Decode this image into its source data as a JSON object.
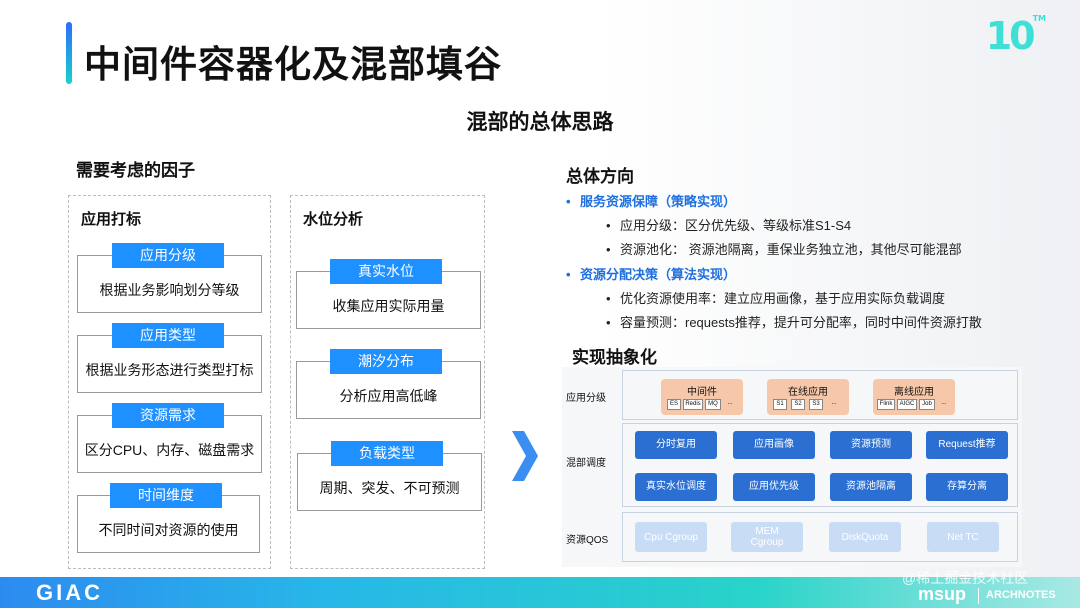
{
  "header": {
    "title": "中间件容器化及混部填谷",
    "logo": "10",
    "logo_tm": "TM"
  },
  "subtitle": "混部的总体思路",
  "factors": {
    "heading": "需要考虑的因子",
    "app_tag_panel": {
      "title": "应用打标",
      "items": [
        {
          "tag": "应用分级",
          "text": "根据业务影响划分等级"
        },
        {
          "tag": "应用类型",
          "text": "根据业务形态进行类型打标"
        },
        {
          "tag": "资源需求",
          "text": "区分CPU、内存、磁盘需求"
        },
        {
          "tag": "时间维度",
          "text": "不同时间对资源的使用"
        }
      ]
    },
    "water_panel": {
      "title": "水位分析",
      "items": [
        {
          "tag": "真实水位",
          "text": "收集应用实际用量"
        },
        {
          "tag": "潮汐分布",
          "text": "分析应用高低峰"
        },
        {
          "tag": "负载类型",
          "text": "周期、突发、不可预测"
        }
      ]
    }
  },
  "direction": {
    "heading": "总体方向",
    "groups": [
      {
        "title": "服务资源保障（策略实现）",
        "items": [
          "应用分级：区分优先级、等级标准S1-S4",
          "资源池化： 资源池隔离，重保业务独立池，其他尽可能混部"
        ]
      },
      {
        "title": "资源分配决策（算法实现）",
        "items": [
          "优化资源使用率：建立应用画像，基于应用实际负载调度",
          "容量预测：requests推荐，提升可分配率，同时中间件资源打散"
        ]
      }
    ]
  },
  "abstraction": {
    "heading": "实现抽象化",
    "rows": [
      {
        "label": "应用分级"
      },
      {
        "label": "混部调度"
      },
      {
        "label": "资源QOS"
      }
    ],
    "tiers": [
      {
        "name": "中间件",
        "tags": [
          "ES",
          "Redis",
          "MQ",
          "..."
        ]
      },
      {
        "name": "在线应用",
        "tags": [
          "S1",
          "S2",
          "S3",
          "..."
        ]
      },
      {
        "name": "离线应用",
        "tags": [
          "Flink",
          "AIGC",
          "Job",
          "..."
        ]
      }
    ],
    "sched": [
      "分时复用",
      "应用画像",
      "资源预测",
      "Request推荐",
      "真实水位调度",
      "应用优先级",
      "资源池隔离",
      "存算分离"
    ],
    "qos": [
      "Cpu Cgroup",
      "MEM Cgroup",
      "DiskQuota",
      "Net TC"
    ]
  },
  "footer": {
    "brand": "GIAC",
    "msup": "msup",
    "archnotes": "ARCHNOTES",
    "watermark": "@稀土掘金技术社区"
  },
  "colors": {
    "accent": "#1e90ff",
    "tier": "#f6c7a8",
    "sched": "#2a6fd1",
    "qos": "#c8dcf5"
  }
}
